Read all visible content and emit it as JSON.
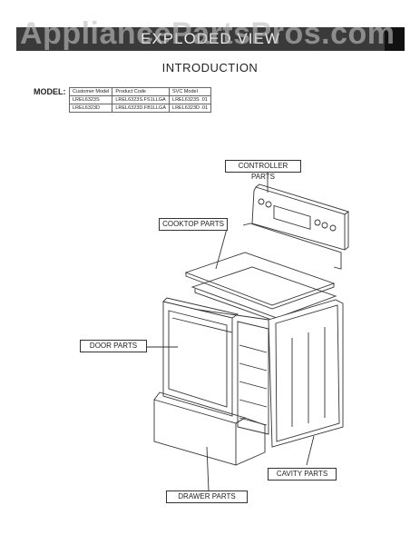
{
  "watermark": "AppliancePartsPros.com",
  "header": {
    "title": "EXPLODED VIEW"
  },
  "subtitle": "INTRODUCTION",
  "model_label": "MODEL:",
  "model_table": {
    "columns": [
      "Customer Model",
      "Product Code",
      "SVC Model"
    ],
    "rows": [
      [
        "LREL6323S",
        "LREL6323S.FS1LLGA",
        "LREL6323S .01"
      ],
      [
        "LREL6323D",
        "LREL6323D.FB1LLGA",
        "LREL6323D .01"
      ]
    ]
  },
  "callouts": {
    "controller": "CONTROLLER PARTS",
    "cooktop": "COOKTOP PARTS",
    "door": "DOOR PARTS",
    "cavity": "CAVITY PARTS",
    "drawer": "DRAWER PARTS"
  }
}
